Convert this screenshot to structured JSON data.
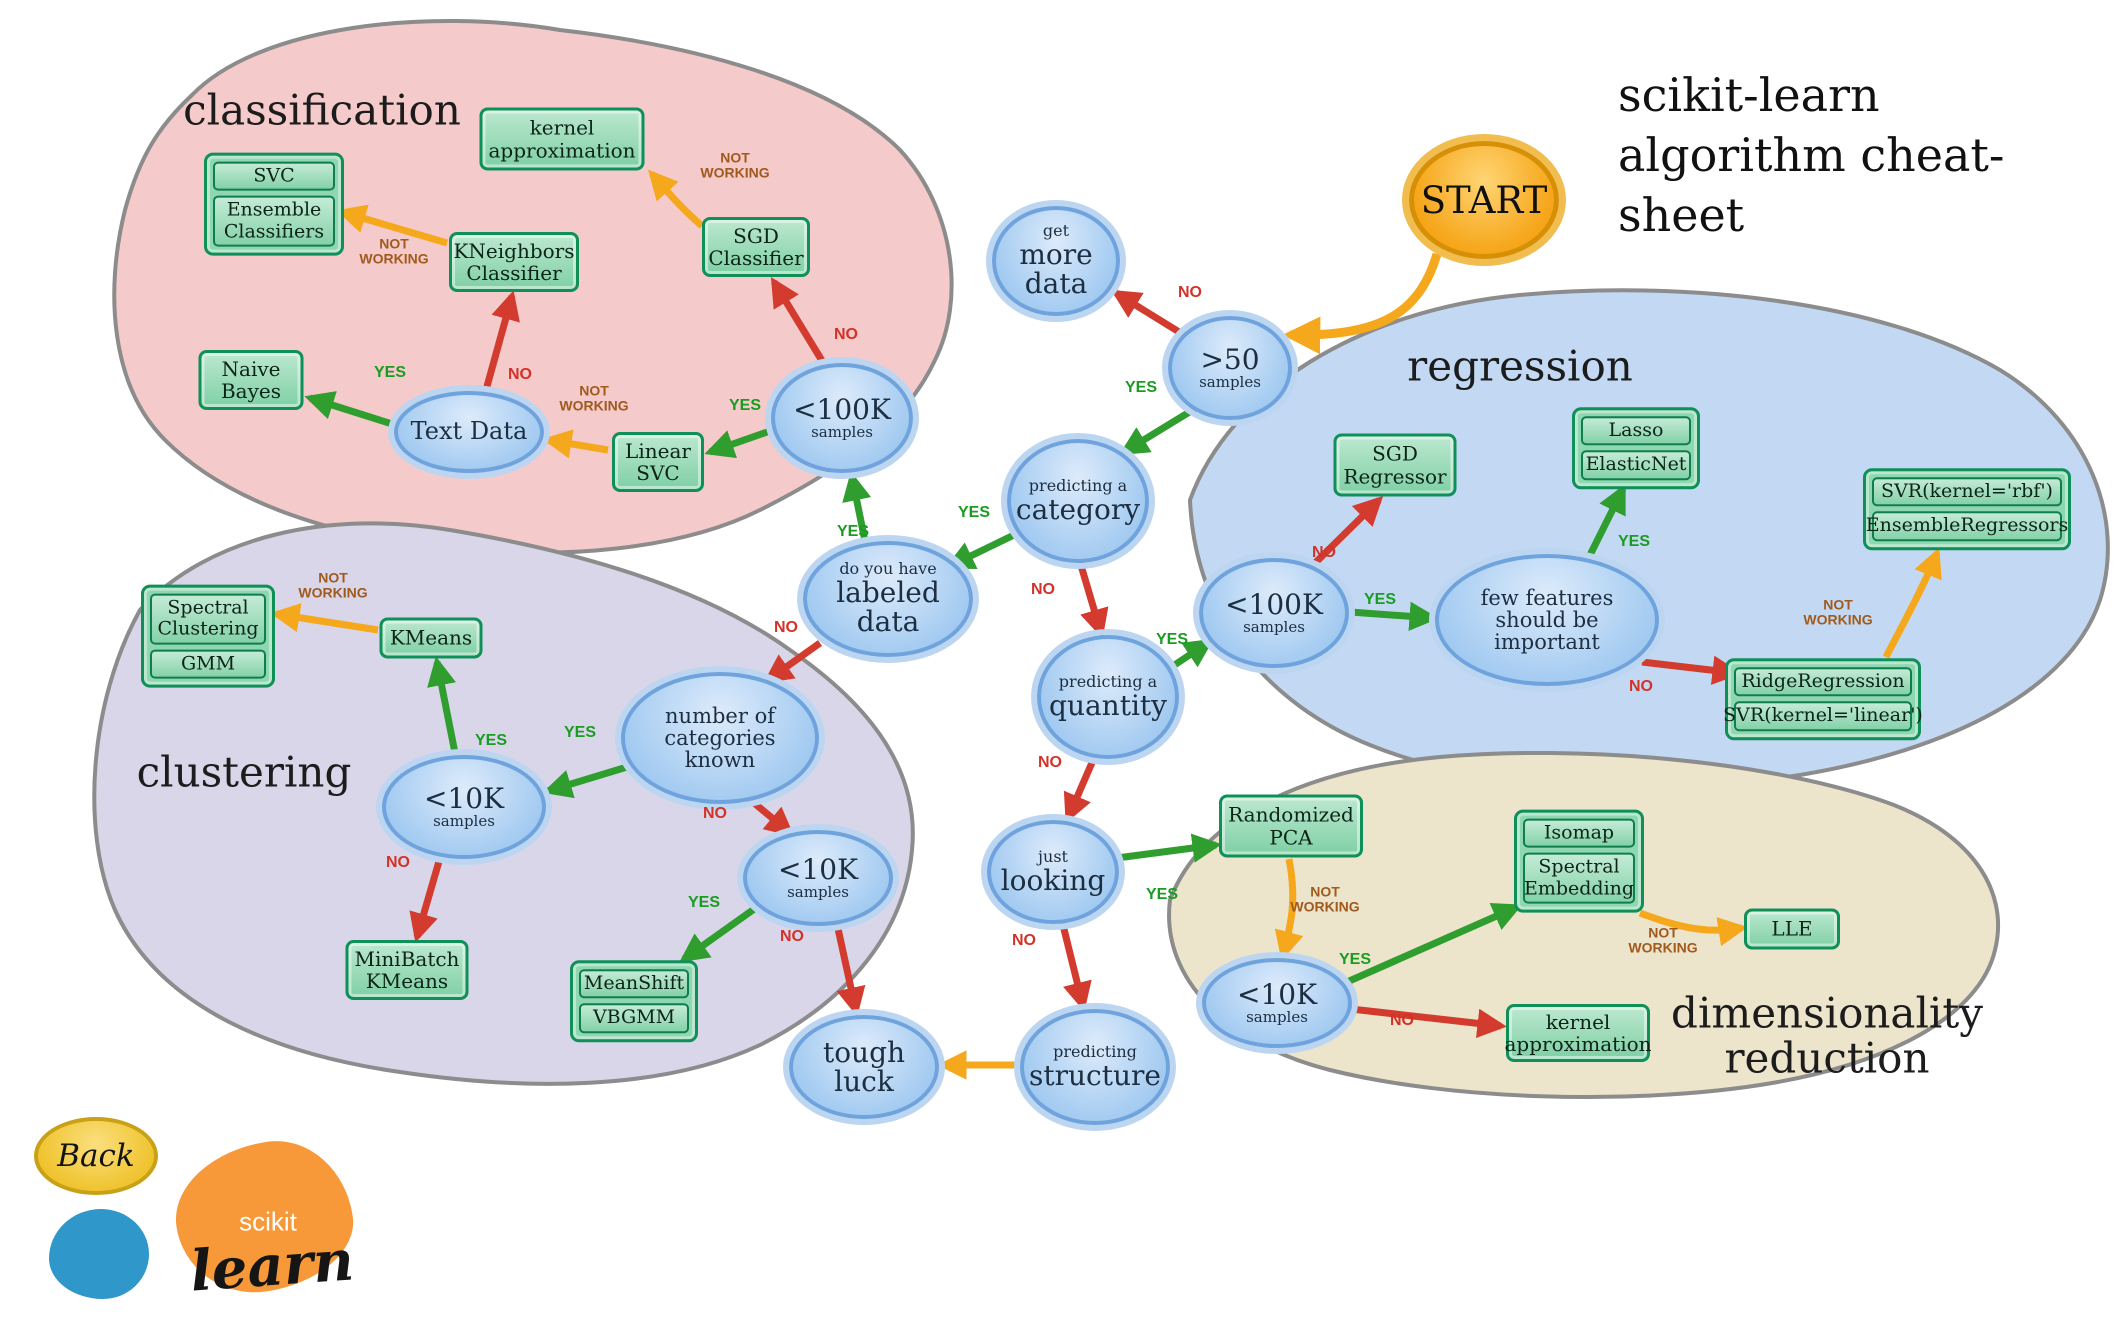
{
  "title": {
    "line1": "scikit-learn",
    "line2": "algorithm cheat-sheet"
  },
  "start_label": "START",
  "back_label": "Back",
  "logo": {
    "scikit": "scikit",
    "learn": "learn"
  },
  "edge_labels": {
    "yes": "YES",
    "no": "NO",
    "not_working": "NOT WORKING"
  },
  "sections": {
    "classification": "classification",
    "regression": "regression",
    "clustering": "clustering",
    "dimensionality_line1": "dimensionality",
    "dimensionality_line2": "reduction"
  },
  "decisions": {
    "get_more_data": {
      "top": "get",
      "main": "more data"
    },
    "over_50_samples": {
      "main": ">50",
      "sub": "samples"
    },
    "predicting_category": {
      "top": "predicting a",
      "main": "category"
    },
    "labeled_data": {
      "top": "do you have",
      "main": "labeled data"
    },
    "under_100k_classification": {
      "main": "<100K",
      "sub": "samples"
    },
    "text_data": {
      "main": "Text Data"
    },
    "predicting_quantity": {
      "top": "predicting a",
      "main": "quantity"
    },
    "under_100k_regression": {
      "main": "<100K",
      "sub": "samples"
    },
    "few_features": {
      "main": "few features should be important"
    },
    "categories_known": {
      "main": "number of categories known"
    },
    "under_10k_clustering": {
      "main": "<10K",
      "sub": "samples"
    },
    "under_10k_structure": {
      "main": "<10K",
      "sub": "samples"
    },
    "just_looking": {
      "top": "just",
      "main": "looking"
    },
    "predicting_structure": {
      "top": "predicting",
      "main": "structure"
    },
    "tough_luck": {
      "main": "tough luck"
    },
    "under_10k_dimred": {
      "main": "<10K",
      "sub": "samples"
    }
  },
  "estimators": {
    "svc": "SVC",
    "ensemble_classifiers": "Ensemble Classifiers",
    "kneighbors": "KNeighbors Classifier",
    "kernel_approx_cls": "kernel approximation",
    "sgd_classifier": "SGD Classifier",
    "linear_svc": "Linear SVC",
    "naive_bayes": "Naive Bayes",
    "sgd_regressor": "SGD Regressor",
    "lasso": "Lasso",
    "elasticnet": "ElasticNet",
    "svr_rbf": "SVR(kernel='rbf')",
    "ensemble_regressors": "EnsembleRegressors",
    "ridge": "RidgeRegression",
    "svr_linear": "SVR(kernel='linear')",
    "spectral_clustering": "Spectral Clustering",
    "gmm": "GMM",
    "kmeans": "KMeans",
    "minibatch_kmeans": "MiniBatch KMeans",
    "meanshift": "MeanShift",
    "vbgmm": "VBGMM",
    "randomized_pca": "Randomized PCA",
    "isomap": "Isomap",
    "spectral_embedding": "Spectral Embedding",
    "lle": "LLE",
    "kernel_approx_dim": "kernel approximation"
  },
  "edges": [
    {
      "from": "start",
      "to": "over_50_samples",
      "label": ""
    },
    {
      "from": "over_50_samples",
      "to": "get_more_data",
      "label": "NO"
    },
    {
      "from": "over_50_samples",
      "to": "predicting_category",
      "label": "YES"
    },
    {
      "from": "predicting_category",
      "to": "labeled_data",
      "label": "YES"
    },
    {
      "from": "predicting_category",
      "to": "predicting_quantity",
      "label": "NO"
    },
    {
      "from": "labeled_data",
      "to": "under_100k_classification",
      "label": "YES"
    },
    {
      "from": "labeled_data",
      "to": "categories_known",
      "label": "NO"
    },
    {
      "from": "under_100k_classification",
      "to": "sgd_classifier",
      "label": "NO"
    },
    {
      "from": "under_100k_classification",
      "to": "linear_svc",
      "label": "YES"
    },
    {
      "from": "sgd_classifier",
      "to": "kernel_approx_cls",
      "label": "NOT WORKING"
    },
    {
      "from": "linear_svc",
      "to": "text_data",
      "label": "NOT WORKING"
    },
    {
      "from": "text_data",
      "to": "naive_bayes",
      "label": "YES"
    },
    {
      "from": "text_data",
      "to": "kneighbors",
      "label": "NO"
    },
    {
      "from": "kneighbors",
      "to": "svc_ensemble_classifiers",
      "label": "NOT WORKING"
    },
    {
      "from": "predicting_quantity",
      "to": "under_100k_regression",
      "label": "YES"
    },
    {
      "from": "predicting_quantity",
      "to": "just_looking",
      "label": "NO"
    },
    {
      "from": "under_100k_regression",
      "to": "sgd_regressor",
      "label": "NO"
    },
    {
      "from": "under_100k_regression",
      "to": "few_features",
      "label": "YES"
    },
    {
      "from": "few_features",
      "to": "lasso_elasticnet",
      "label": "YES"
    },
    {
      "from": "few_features",
      "to": "ridge_svr_linear",
      "label": "NO"
    },
    {
      "from": "ridge_svr_linear",
      "to": "svr_rbf_ensemble_regressors",
      "label": "NOT WORKING"
    },
    {
      "from": "categories_known",
      "to": "under_10k_clustering",
      "label": "YES"
    },
    {
      "from": "categories_known",
      "to": "under_10k_structure",
      "label": "NO"
    },
    {
      "from": "under_10k_clustering",
      "to": "kmeans",
      "label": "YES"
    },
    {
      "from": "under_10k_clustering",
      "to": "minibatch_kmeans",
      "label": "NO"
    },
    {
      "from": "kmeans",
      "to": "spectral_clustering_gmm",
      "label": "NOT WORKING"
    },
    {
      "from": "under_10k_structure",
      "to": "meanshift_vbgmm",
      "label": "YES"
    },
    {
      "from": "under_10k_structure",
      "to": "tough_luck",
      "label": "NO"
    },
    {
      "from": "just_looking",
      "to": "randomized_pca",
      "label": "YES"
    },
    {
      "from": "just_looking",
      "to": "predicting_structure",
      "label": "NO"
    },
    {
      "from": "predicting_structure",
      "to": "tough_luck",
      "label": ""
    },
    {
      "from": "randomized_pca",
      "to": "under_10k_dimred",
      "label": "NOT WORKING"
    },
    {
      "from": "under_10k_dimred",
      "to": "isomap_spectral_embedding",
      "label": "YES"
    },
    {
      "from": "under_10k_dimred",
      "to": "kernel_approx_dim",
      "label": "NO"
    },
    {
      "from": "spectral_embedding",
      "to": "lle",
      "label": "NOT WORKING"
    }
  ],
  "colors": {
    "classification_blob": "#f5caca",
    "clustering_blob": "#d9d6ea",
    "regression_blob": "#c3d9f3",
    "dimred_blob": "#ece4cb",
    "decision_fill": "#a9cef2",
    "estimator_fill": "#8ed7b0",
    "estimator_border": "#0f9059",
    "yes": "#1a9c21",
    "no": "#d33227",
    "not_working": "#a05a1d",
    "arrow_orange": "#f5a81c",
    "start_fill": "#f6a71c"
  }
}
